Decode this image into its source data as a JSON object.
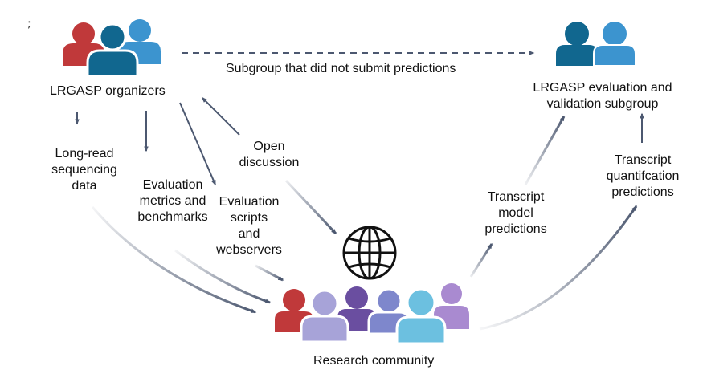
{
  "corner_marker": ";",
  "organizers": {
    "label": "LRGASP organizers"
  },
  "evaluation_subgroup": {
    "label_lines": [
      "LRGASP evaluation and",
      "validation subgroup"
    ]
  },
  "dashed_link": {
    "label": "Subgroup that did not submit predictions"
  },
  "long_read": {
    "label_lines": [
      "Long-read",
      "sequencing",
      "data"
    ]
  },
  "metrics": {
    "label_lines": [
      "Evaluation",
      "metrics and",
      "benchmarks"
    ]
  },
  "scripts": {
    "label_lines": [
      "Evaluation",
      "scripts",
      "and",
      "webservers"
    ]
  },
  "open_discussion": {
    "label_lines": [
      "Open",
      "discussion"
    ]
  },
  "transcript_model": {
    "label_lines": [
      "Transcript",
      "model",
      "predictions"
    ]
  },
  "transcript_quant": {
    "label_lines": [
      "Transcript",
      "quantifcation",
      "predictions"
    ]
  },
  "community": {
    "label": "Research community"
  },
  "colors": {
    "red": "#c0393a",
    "dark_teal": "#11678f",
    "blue": "#3c94cf",
    "lavender": "#a7a3d8",
    "purple": "#6a4ea0",
    "periwinkle": "#7e87cc",
    "sky": "#6cc0e0",
    "lilac": "#a98ad0",
    "arrow": "#4c5870",
    "globe": "#111111"
  },
  "icons": [
    "people-group-icon",
    "globe-icon",
    "arrow-icon"
  ]
}
